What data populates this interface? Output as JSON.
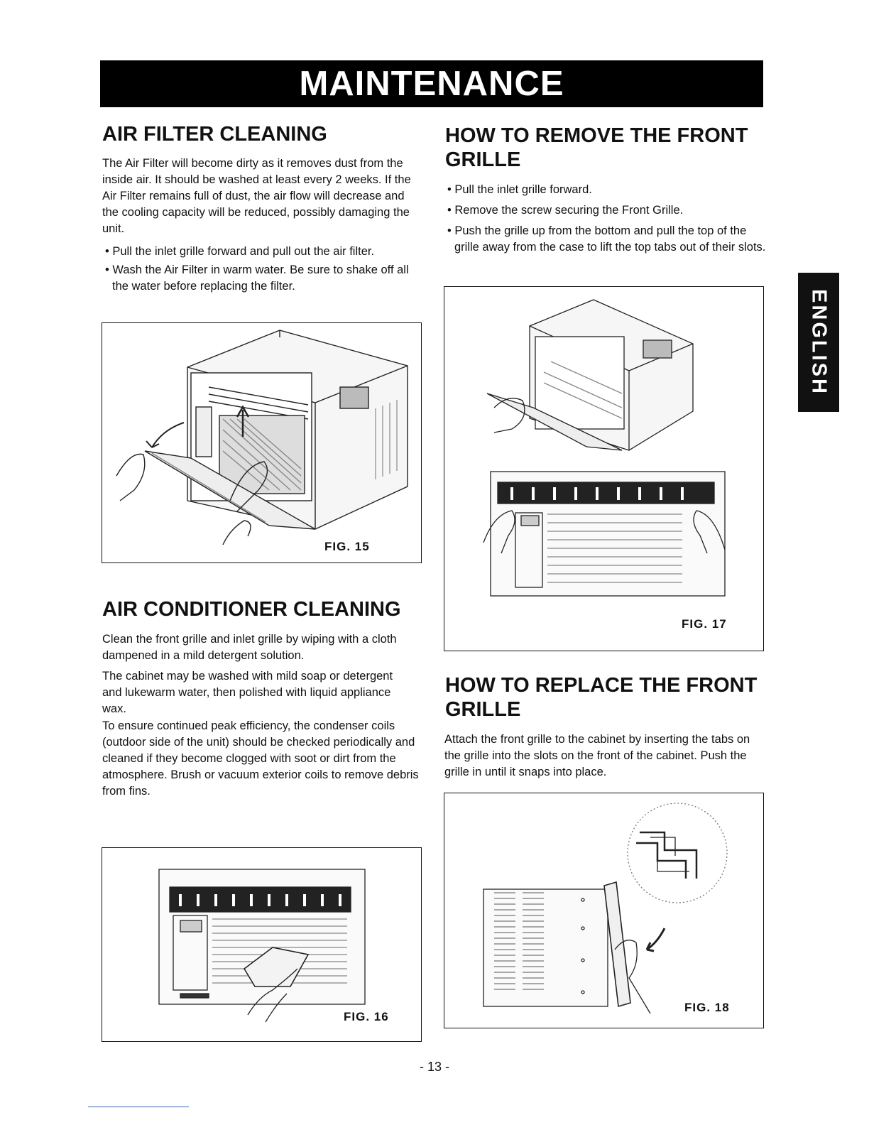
{
  "banner_title": "MAINTENANCE",
  "language_tab": "ENGLISH",
  "air_filter": {
    "heading": "AIR FILTER CLEANING",
    "intro": "The Air Filter will become dirty as it removes dust from the inside air. It should be washed at least every 2 weeks. If the Air Filter remains full of dust, the air flow will decrease and the cooling capacity will be reduced, possibly damaging the unit.",
    "bullets": [
      "• Pull the inlet grille forward and pull out the air filter.",
      "• Wash the Air Filter in warm water. Be sure to shake off all the water before replacing the filter."
    ],
    "figure_label": "FIG. 15"
  },
  "ac_cleaning": {
    "heading": "AIR CONDITIONER CLEANING",
    "para1": "Clean the front grille and inlet grille by wiping with a cloth dampened in a mild detergent solution.",
    "para2": "The cabinet may be washed with mild soap or detergent and lukewarm water, then polished with liquid appliance wax.",
    "para3": "To ensure continued peak efficiency, the condenser coils (outdoor side of the unit) should be checked periodically and cleaned if they become clogged with soot or dirt from the atmosphere. Brush or vacuum exterior coils to remove debris from fins.",
    "figure_label": "FIG. 16"
  },
  "remove_grille": {
    "heading": "HOW TO REMOVE THE FRONT GRILLE",
    "bullets": [
      "• Pull the inlet grille forward.",
      "• Remove the screw securing the Front Grille.",
      "• Push the grille up from the bottom and pull the top of the grille away from the case to lift the top tabs out of their slots."
    ],
    "figure_label": "FIG. 17"
  },
  "replace_grille": {
    "heading": "HOW TO REPLACE THE FRONT GRILLE",
    "text": "Attach the front grille to the cabinet by inserting the tabs on the grille into the slots on the front of the cabinet. Push the grille in until it snaps into place.",
    "figure_label": "FIG. 18"
  },
  "page_number": "- 13 -"
}
